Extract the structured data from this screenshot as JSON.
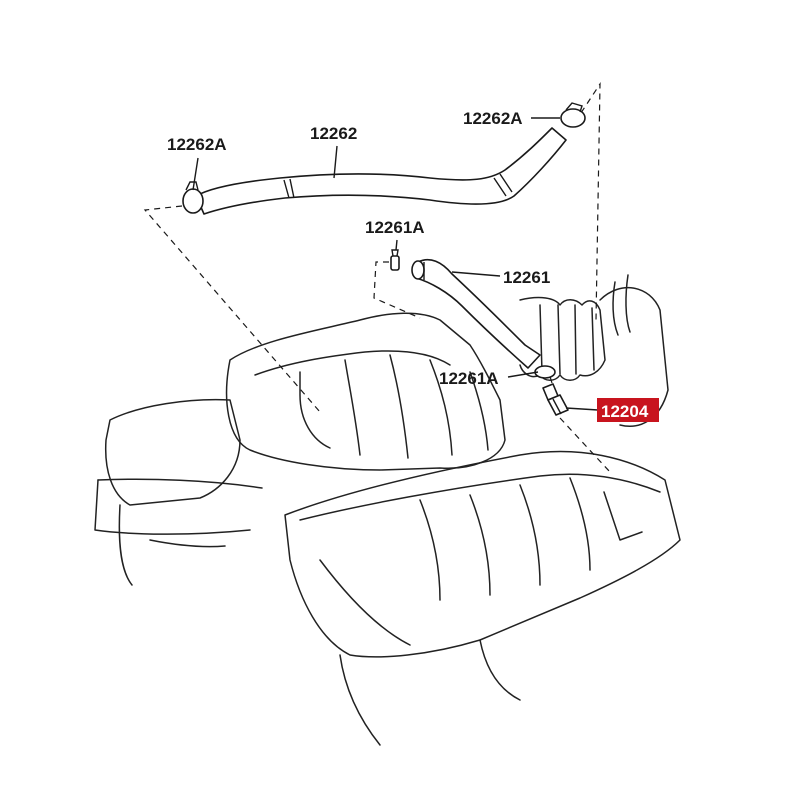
{
  "labels": {
    "hose_clamp_left": "12262A",
    "hose_main": "12262",
    "hose_clamp_right": "12262A",
    "small_clamp_top": "12261A",
    "small_hose": "12261",
    "small_clamp_bottom": "12261A",
    "pcv_valve": "12204"
  },
  "colors": {
    "line": "#1a1a1a",
    "highlight": "#c8141e",
    "background": "#ffffff"
  }
}
